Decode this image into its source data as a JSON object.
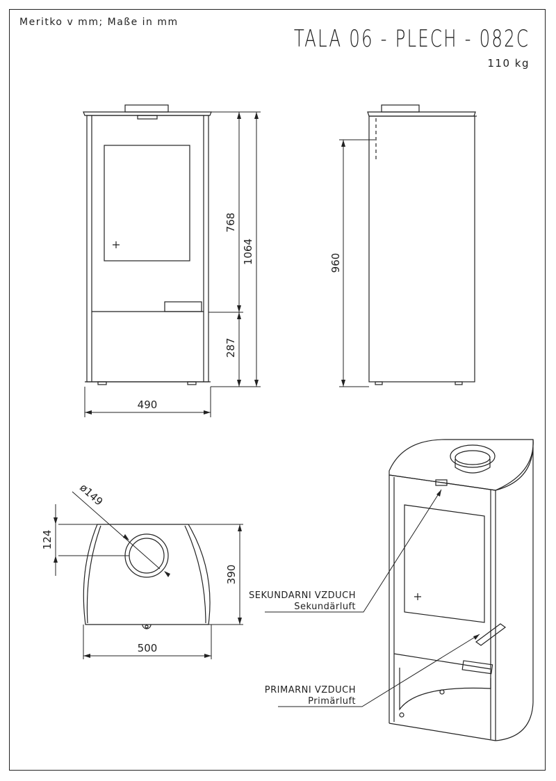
{
  "header": {
    "scale_note": "Meritko v mm; Maße in mm",
    "title": "TALA 06 - PLECH - 082C",
    "weight": "110 kg"
  },
  "dimensions": {
    "door_height": "768",
    "total_height": "1064",
    "base_height": "287",
    "front_width": "490",
    "flue_height": "960",
    "flue_diameter": "ø149",
    "flue_offset": "124",
    "top_depth": "390",
    "top_width": "500"
  },
  "labels": {
    "secondary_air_cz": "SEKUNDARNI VZDUCH",
    "secondary_air_de": "Sekundärluft",
    "primary_air_cz": "PRIMARNI VZDUCH",
    "primary_air_de": "Primärluft"
  }
}
